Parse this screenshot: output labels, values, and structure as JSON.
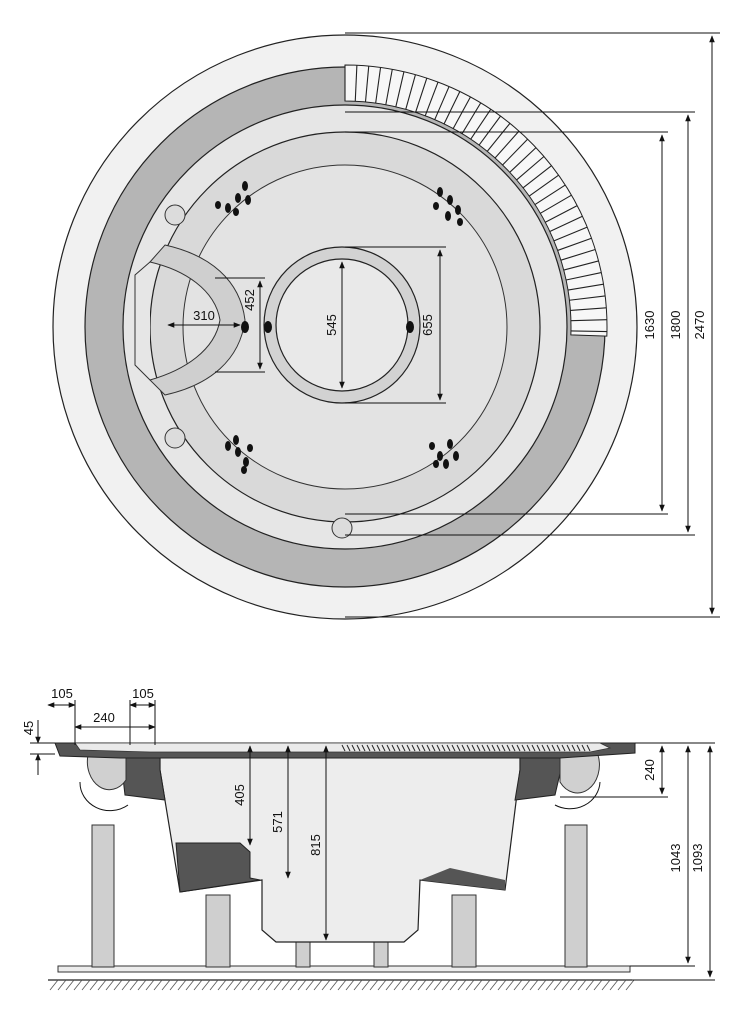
{
  "top_view": {
    "dimensions": {
      "d_outer": "2470",
      "d_rim": "1800",
      "d_pool": "1630",
      "d_island_outer": "655",
      "d_island_inner": "545",
      "seat_width": "310",
      "seat_depth": "452"
    }
  },
  "side_view": {
    "dimensions": {
      "rim_left_1": "105",
      "rim_left_2": "105",
      "ledge_width": "240",
      "rim_thickness": "45",
      "ledge_depth_right": "240",
      "depth_1": "405",
      "depth_2": "571",
      "depth_3": "815",
      "height_1": "1043",
      "height_2": "1093"
    }
  },
  "colors": {
    "rim": "#f0f0f0",
    "seat_band": "#b3b3b3",
    "basin": "#dedede",
    "dark": "#555555",
    "outline": "#222222"
  }
}
